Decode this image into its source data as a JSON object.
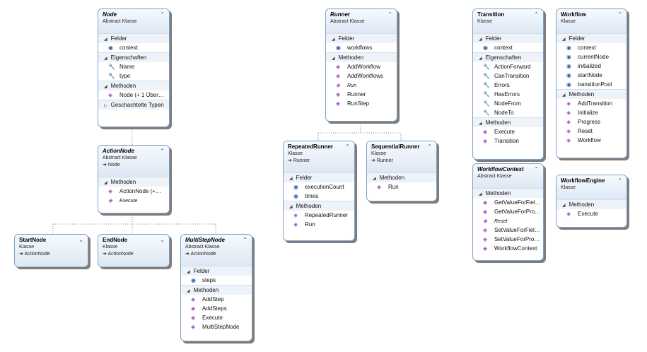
{
  "icons": {
    "method": "◈",
    "field": "◉",
    "property": "🔧",
    "collapse": "⌃",
    "expand": "⌄",
    "inherit": "➔",
    "section_open": "◢",
    "section_closed": "▷"
  },
  "colors": {
    "header_top": "#f7fafd",
    "header_bottom": "#dde8f4",
    "border": "#7ea2c8",
    "method_icon": "#9b3fc2",
    "field_icon": "#2b5fa8"
  },
  "classes": {
    "node": {
      "name": "Node",
      "kind": "Abstract Klasse",
      "sec_fields": "Felder",
      "f1": "context",
      "sec_props": "Eigenschaften",
      "p1": "Name",
      "p2": "type",
      "sec_methods": "Methoden",
      "m1": "Node (+ 1 Über…",
      "sec_nested": "Geschachtelte Typen"
    },
    "actionnode": {
      "name": "ActionNode",
      "kind": "Abstract Klasse",
      "base": "Node",
      "sec_methods": "Methoden",
      "m1": "ActionNode (+…",
      "m2": "Execute"
    },
    "startnode": {
      "name": "StartNode",
      "kind": "Klasse",
      "base": "ActionNode"
    },
    "endnode": {
      "name": "EndNode",
      "kind": "Klasse",
      "base": "ActionNode"
    },
    "multistepnode": {
      "name": "MultiStepNode",
      "kind": "Abstract Klasse",
      "base": "ActionNode",
      "sec_fields": "Felder",
      "f1": "steps",
      "sec_methods": "Methoden",
      "m1": "AddStep",
      "m2": "AddSteps",
      "m3": "Execute",
      "m4": "MultiStepNode"
    },
    "runner": {
      "name": "Runner",
      "kind": "Abstract Klasse",
      "sec_fields": "Felder",
      "f1": "workflows",
      "sec_methods": "Methoden",
      "m1": "AddWorkflow",
      "m2": "AddWorkflows",
      "m3": "Run",
      "m4": "Runner",
      "m5": "RunStep"
    },
    "repeatedrunner": {
      "name": "RepeatedRunner",
      "kind": "Klasse",
      "base": "Runner",
      "sec_fields": "Felder",
      "f1": "executionCount",
      "f2": "times",
      "sec_methods": "Methoden",
      "m1": "RepeatedRunner",
      "m2": "Run"
    },
    "sequentialrunner": {
      "name": "SequentialRunner",
      "kind": "Klasse",
      "base": "Runner",
      "sec_methods": "Methoden",
      "m1": "Run"
    },
    "transition": {
      "name": "Transition",
      "kind": "Klasse",
      "sec_fields": "Felder",
      "f1": "context",
      "sec_props": "Eigenschaften",
      "p1": "ActionForward",
      "p2": "CanTransition",
      "p3": "Errors",
      "p4": "HasErrors",
      "p5": "NodeFrom",
      "p6": "NodeTo",
      "sec_methods": "Methoden",
      "m1": "Execute",
      "m2": "Transition"
    },
    "workflowcontext": {
      "name": "WorkflowContext",
      "kind": "Abstract Klasse",
      "sec_methods": "Methoden",
      "m1": "GetValueForFiel…",
      "m2": "GetValueForPro…",
      "m3": "Reset",
      "m4": "SetValueForFiel…",
      "m5": "SetValueForPro…",
      "m6": "WorkflowContext"
    },
    "workflow": {
      "name": "Workflow",
      "kind": "Klasse",
      "sec_fields": "Felder",
      "f1": "context",
      "f2": "currentNode",
      "f3": "initialized",
      "f4": "startNode",
      "f5": "transitionPool",
      "sec_methods": "Methoden",
      "m1": "AddTransition",
      "m2": "Initialize",
      "m3": "Progress",
      "m4": "Reset",
      "m5": "Workflow"
    },
    "workflowengine": {
      "name": "WorkflowEngine",
      "kind": "Klasse",
      "sec_methods": "Methoden",
      "m1": "Execute"
    }
  }
}
